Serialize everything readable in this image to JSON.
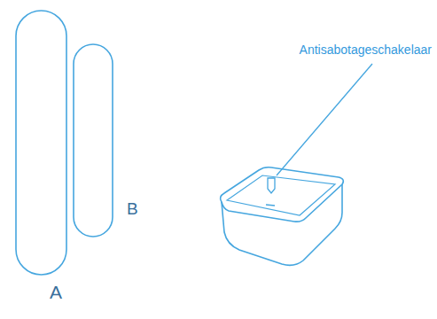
{
  "diagram": {
    "labels": [
      "A",
      "B",
      "Antisabotageschakelaar"
    ]
  }
}
